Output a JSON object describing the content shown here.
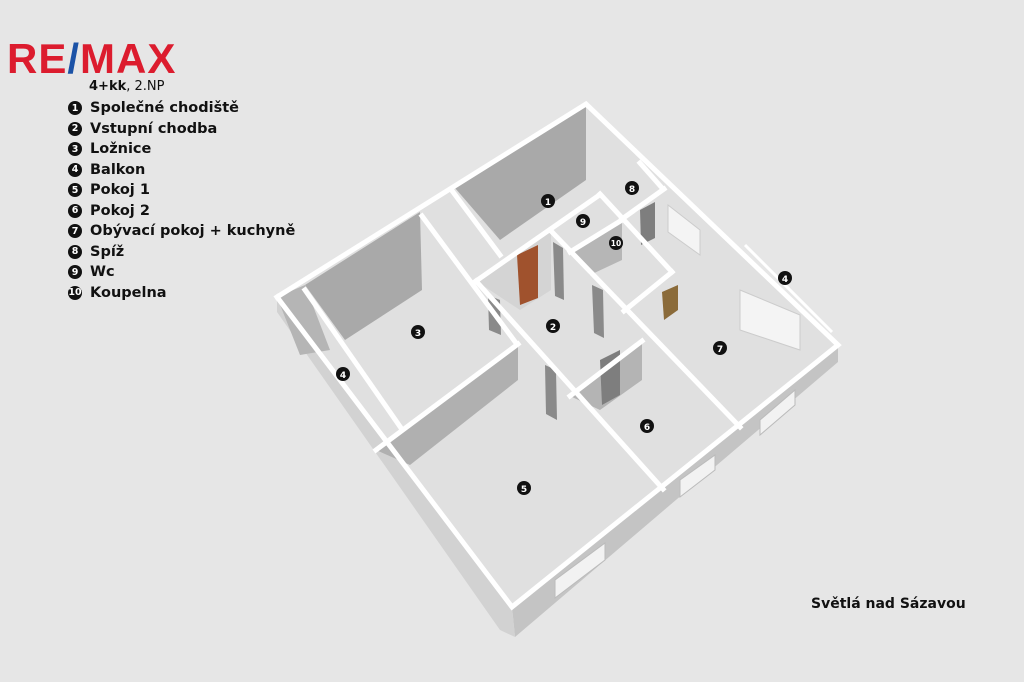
{
  "logo": {
    "part1": "RE",
    "slash": "/",
    "part2": "MAX",
    "brand_red": "#dc1c2e",
    "brand_blue": "#1b52a6"
  },
  "subtitle": {
    "layout": "4+kk",
    "floor": ", 2.NP"
  },
  "legend": [
    {
      "num": "1",
      "label": "Společné chodiště"
    },
    {
      "num": "2",
      "label": "Vstupní chodba"
    },
    {
      "num": "3",
      "label": "Ložnice"
    },
    {
      "num": "4",
      "label": "Balkon"
    },
    {
      "num": "5",
      "label": "Pokoj 1"
    },
    {
      "num": "6",
      "label": "Pokoj 2"
    },
    {
      "num": "7",
      "label": "Obývací pokoj + kuchyně"
    },
    {
      "num": "8",
      "label": "Spíž"
    },
    {
      "num": "9",
      "label": "Wc"
    },
    {
      "num": "10",
      "label": "Koupelna"
    }
  ],
  "plan_markers": [
    "1",
    "2",
    "3",
    "4",
    "4",
    "5",
    "6",
    "7",
    "8",
    "9",
    "10"
  ],
  "location": "Světlá nad Sázavou"
}
